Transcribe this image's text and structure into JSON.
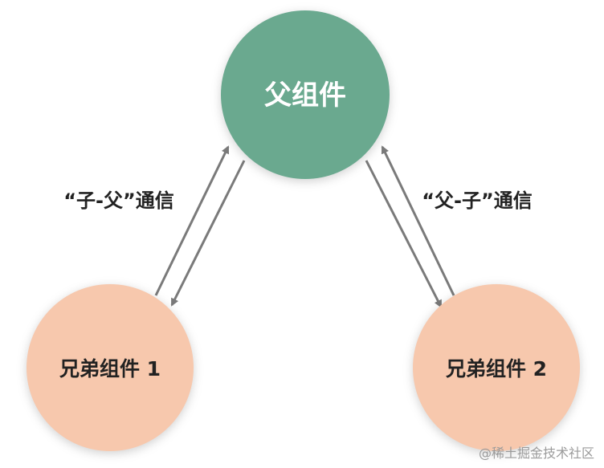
{
  "diagram": {
    "nodes": {
      "parent": {
        "label": "父组件",
        "color": "#6aa98f",
        "text_color": "#ffffff"
      },
      "sibling1": {
        "label": "兄弟组件 1",
        "color": "#f7c8ad",
        "text_color": "#222222"
      },
      "sibling2": {
        "label": "兄弟组件 2",
        "color": "#f7c8ad",
        "text_color": "#222222"
      }
    },
    "edges": {
      "left_label": "“子-父”通信",
      "right_label": "“父-子”通信",
      "arrow_color": "#7a7a7a"
    }
  },
  "watermark": {
    "text": "@稀土掘金技术社区"
  }
}
